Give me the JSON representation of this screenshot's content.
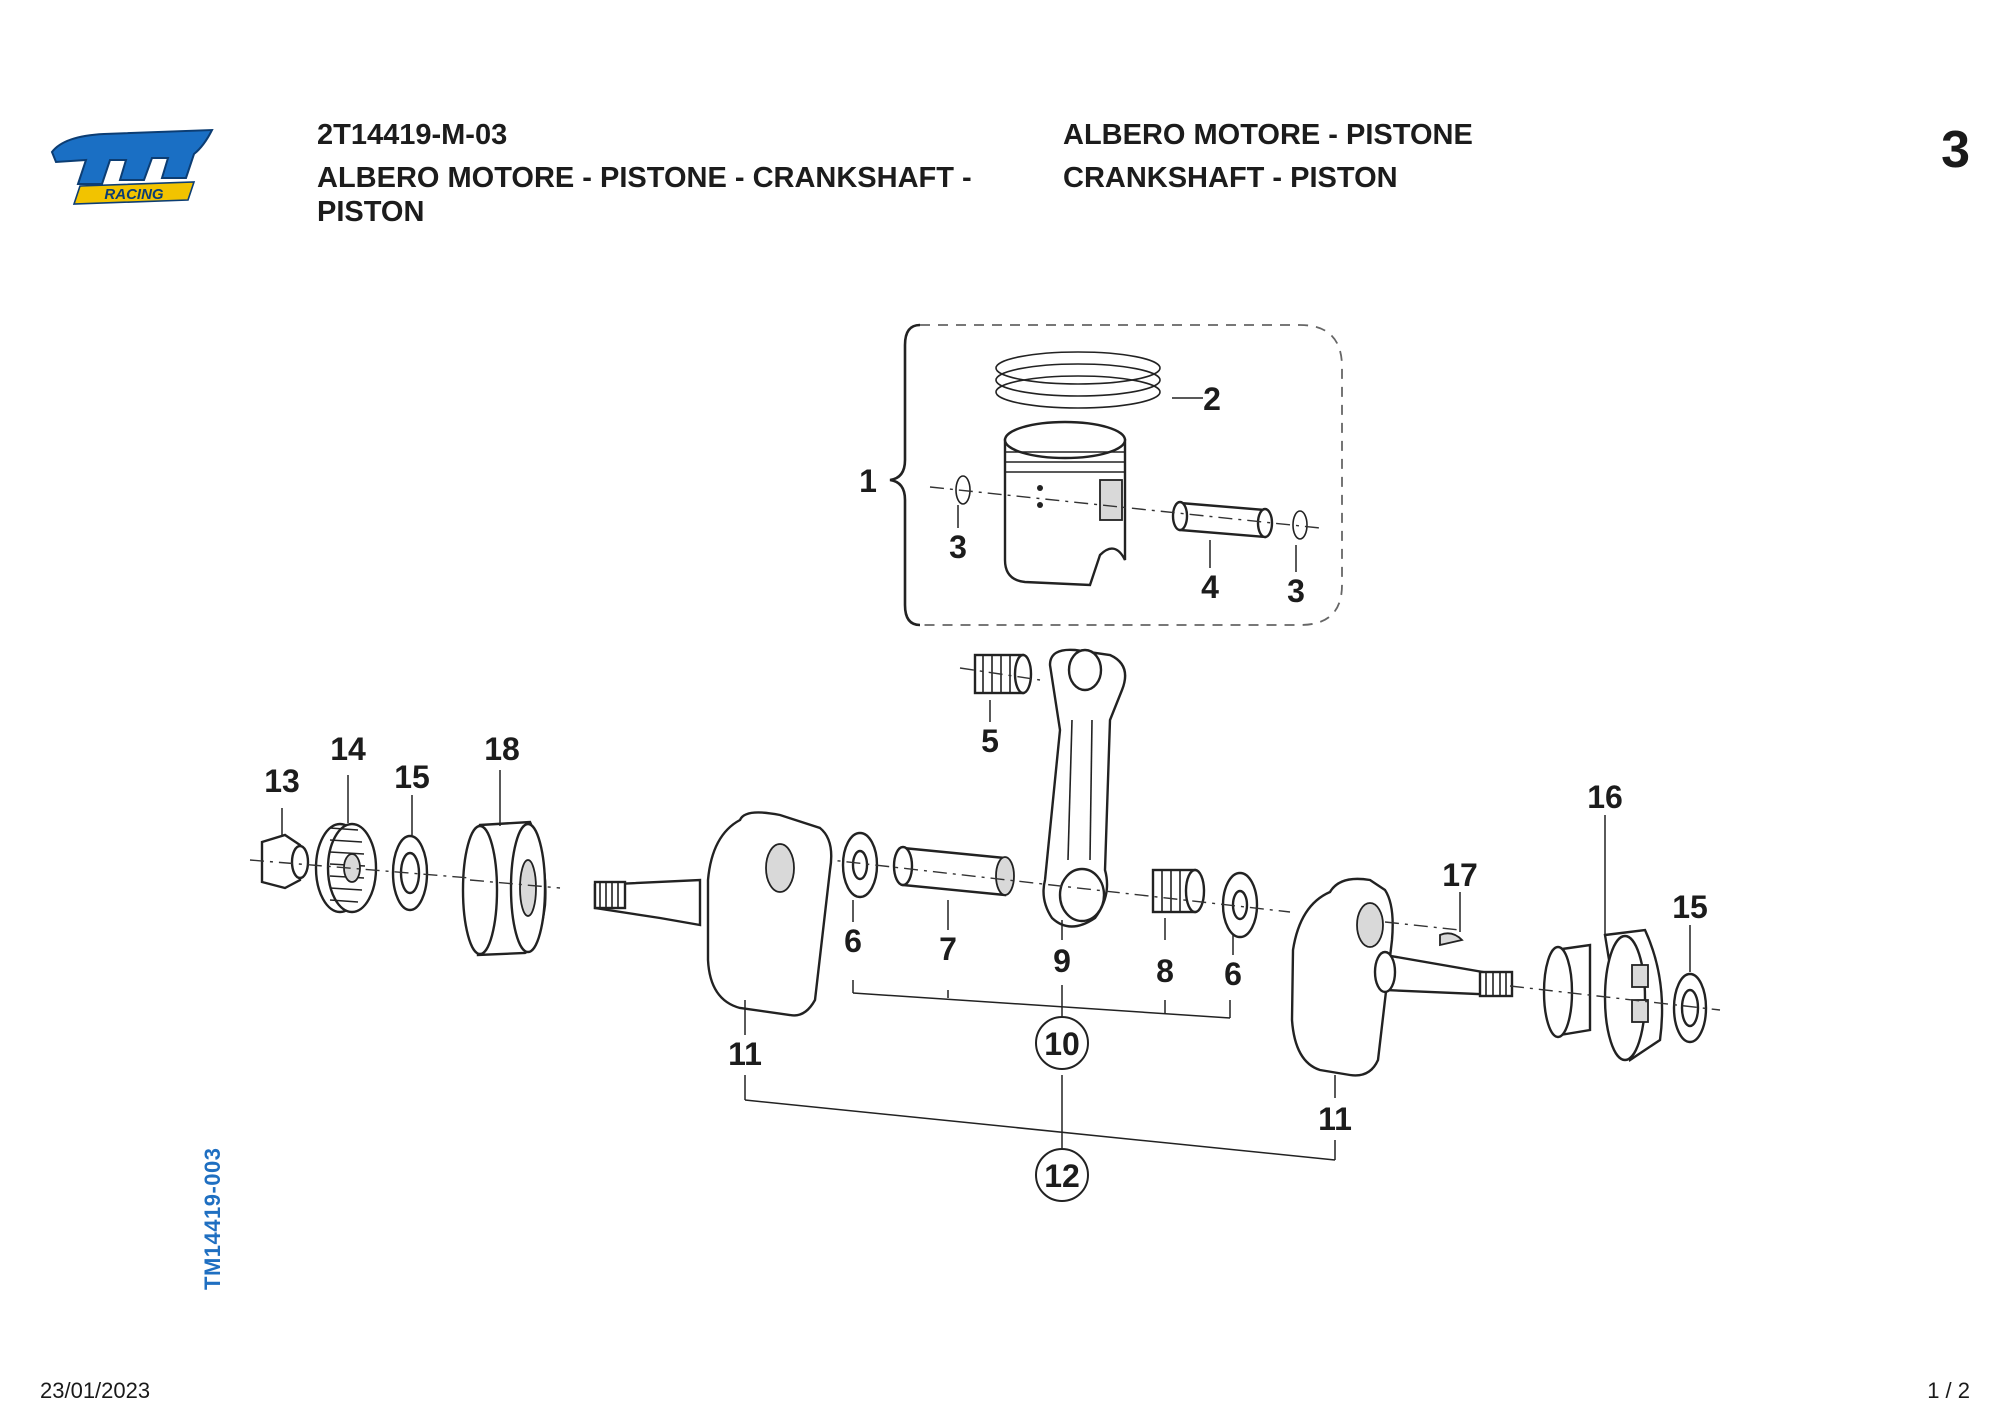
{
  "header": {
    "code": "2T14419-M-03",
    "title_line": "ALBERO MOTORE - PISTONE - CRANKSHAFT - PISTON",
    "right_line1": "ALBERO MOTORE - PISTONE",
    "right_line2": "CRANKSHAFT - PISTON",
    "page_number": "3"
  },
  "logo": {
    "brand_text": "tm",
    "sub_text": "RACING",
    "color": "#1a6fc4",
    "accent": "#f2c300"
  },
  "side_code": "TM14419-003",
  "footer": {
    "date": "23/01/2023",
    "page": "1 / 2"
  },
  "callouts": {
    "c1": "1",
    "c2": "2",
    "c3a": "3",
    "c3b": "3",
    "c4": "4",
    "c5": "5",
    "c6a": "6",
    "c6b": "6",
    "c7": "7",
    "c8": "8",
    "c9": "9",
    "c10": "10",
    "c11a": "11",
    "c11b": "11",
    "c12": "12",
    "c13": "13",
    "c14": "14",
    "c15a": "15",
    "c15b": "15",
    "c16": "16",
    "c17": "17",
    "c18": "18"
  }
}
